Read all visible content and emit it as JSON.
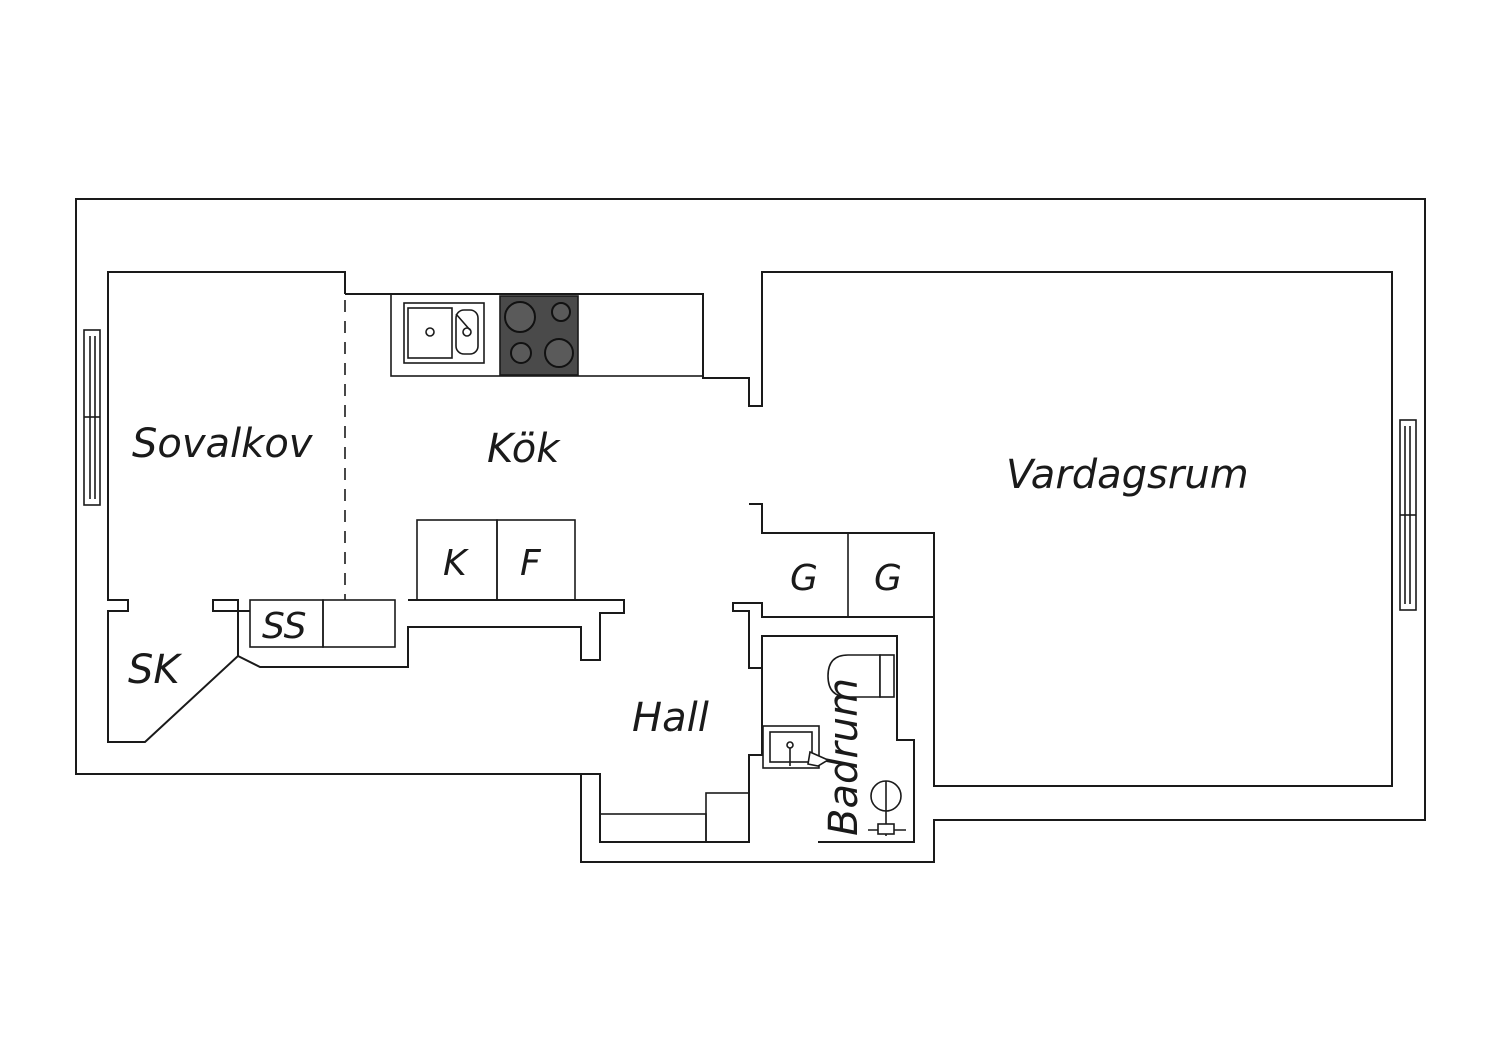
{
  "rooms": {
    "sovalkov": "Sovalkov",
    "kok": "Kök",
    "vardagsrum": "Vardagsrum",
    "hall": "Hall",
    "badrum": "Badrum",
    "sk": "SK"
  },
  "units": {
    "k": "K",
    "f": "F",
    "ss": "SS",
    "g1": "G",
    "g2": "G"
  },
  "colors": {
    "line": "#1a1a1a",
    "hob": "#4a4a4a",
    "background": "#ffffff"
  },
  "icons": [
    "sink-icon",
    "hob-icon",
    "toilet-icon",
    "washbasin-icon",
    "shower-icon",
    "window-icon"
  ]
}
